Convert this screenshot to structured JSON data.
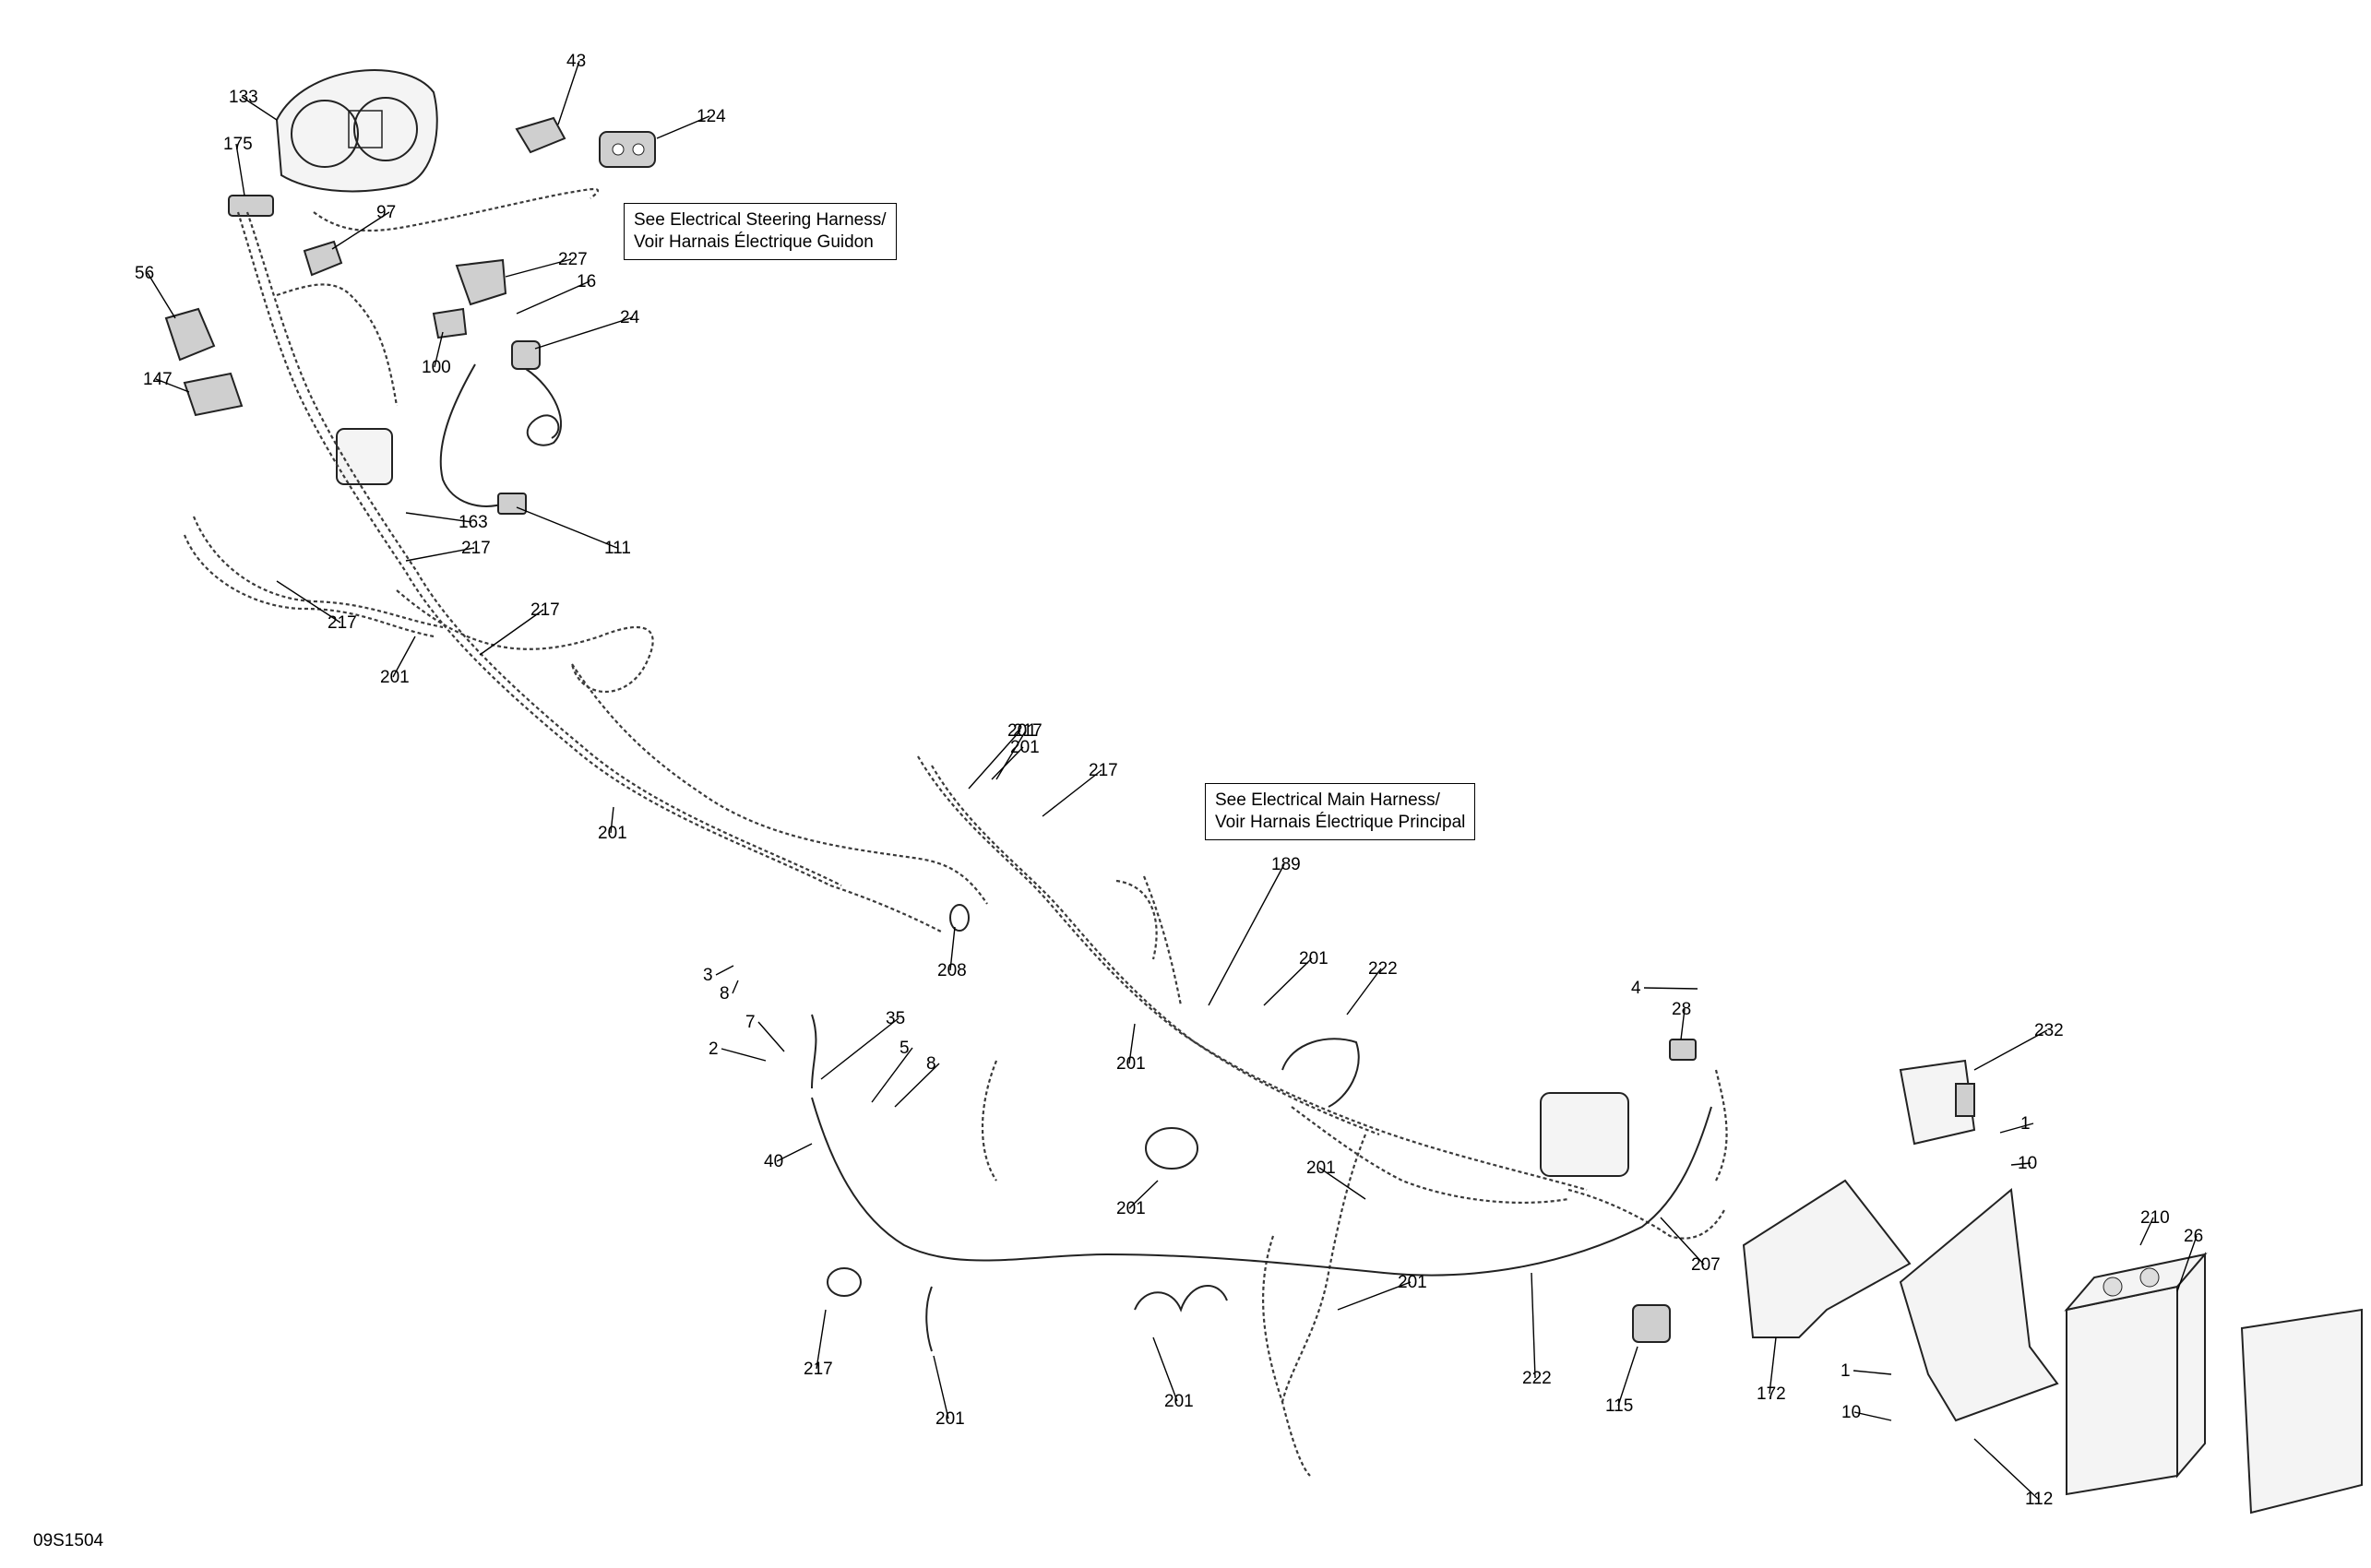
{
  "notes": {
    "steering": {
      "line1": "See Electrical Steering Harness/",
      "line2": "Voir Harnais Électrique Guidon"
    },
    "main": {
      "line1": "See Electrical Main Harness/",
      "line2": "Voir Harnais Électrique Principal"
    }
  },
  "reference_code": "09S1504",
  "callouts": [
    "133",
    "43",
    "124",
    "175",
    "97",
    "227",
    "16",
    "24",
    "56",
    "100",
    "147",
    "163",
    "111",
    "217",
    "217",
    "217",
    "201",
    "201",
    "201",
    "217",
    "201",
    "217",
    "189",
    "201",
    "201",
    "222",
    "208",
    "3",
    "8",
    "7",
    "35",
    "2",
    "5",
    "8",
    "40",
    "4",
    "28",
    "232",
    "1",
    "10",
    "210",
    "26",
    "201",
    "201",
    "201",
    "207",
    "222",
    "115",
    "172",
    "1",
    "10",
    "217",
    "201",
    "201",
    "112"
  ]
}
